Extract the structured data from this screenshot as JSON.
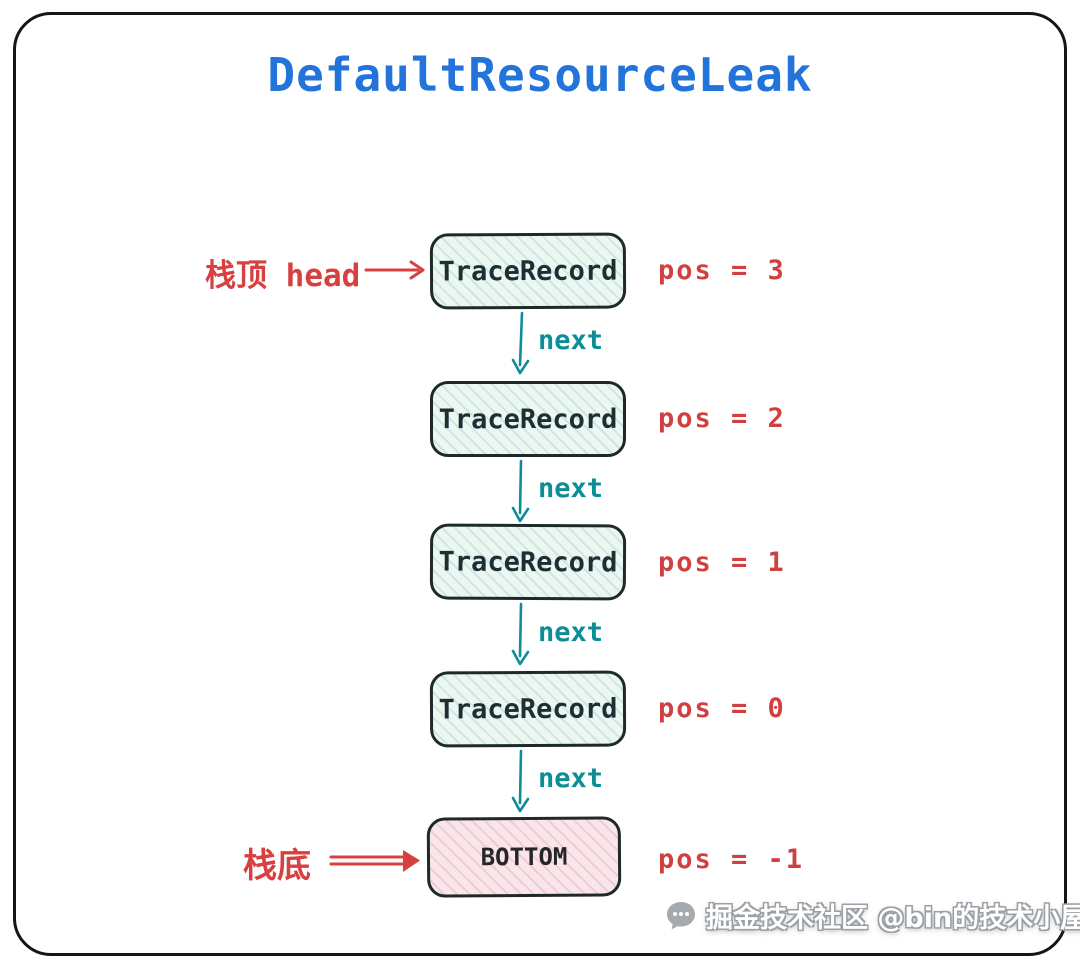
{
  "title": "DefaultResourceLeak",
  "pointers": {
    "head_label": "栈顶 head",
    "bottom_label": "栈底"
  },
  "nodes": [
    {
      "label": "TraceRecord",
      "pos": "pos = 3"
    },
    {
      "label": "TraceRecord",
      "pos": "pos = 2"
    },
    {
      "label": "TraceRecord",
      "pos": "pos = 1"
    },
    {
      "label": "TraceRecord",
      "pos": "pos = 0"
    },
    {
      "label": "BOTTOM",
      "pos": "pos = -1"
    }
  ],
  "edges": [
    {
      "label": "next"
    },
    {
      "label": "next"
    },
    {
      "label": "next"
    },
    {
      "label": "next"
    }
  ],
  "watermark": "掘金技术社区 @bin的技术小屋",
  "colors": {
    "title_blue": "#2273da",
    "record_fill": "#ecf7f2",
    "record_hatch": "#2e908f",
    "bottom_fill": "#f9e6ea",
    "bottom_hatch": "#c73e5c",
    "arrow_teal": "#0d8d98",
    "accent_red": "#d84040",
    "border_dark": "#161616"
  }
}
